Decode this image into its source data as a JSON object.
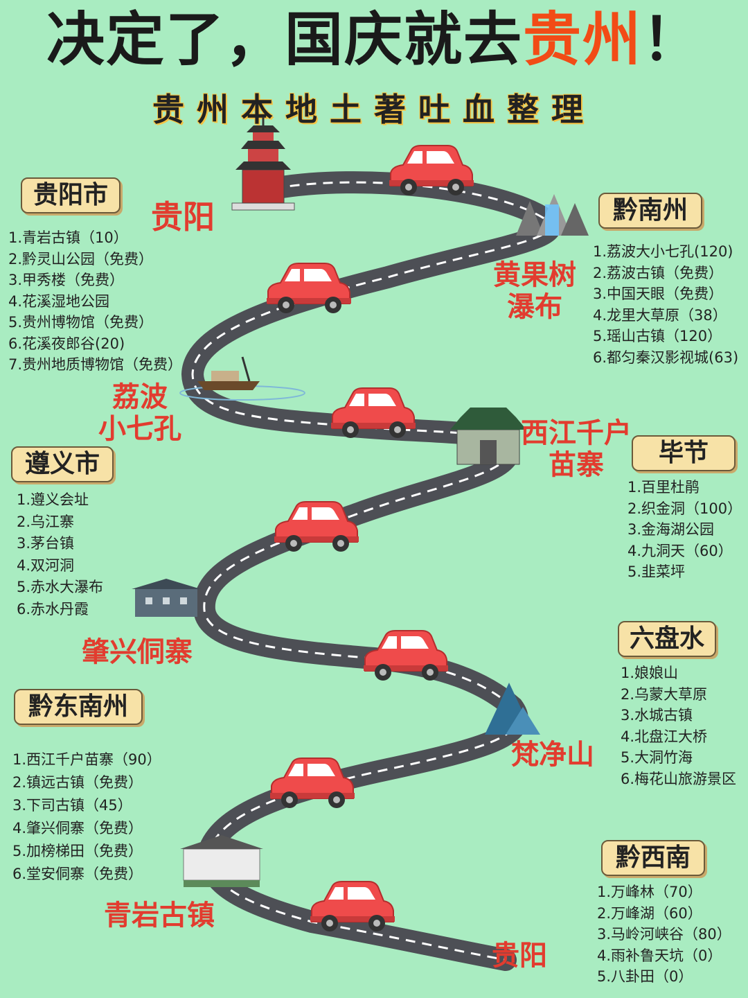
{
  "title": {
    "prefix": "决定了，国庆就去",
    "highlight": "贵州",
    "suffix": "！"
  },
  "subtitle": "贵州本地土著吐血整理",
  "colors": {
    "background": "#a9ecc1",
    "highlight": "#f24b16",
    "stop_label": "#e23c2f",
    "badge_bg": "#f7e2a7",
    "road": "#4d4f55",
    "car": "#ef4b4b"
  },
  "regions": [
    {
      "name": "贵阳市",
      "items": [
        "1.青岩古镇（10）",
        "2.黔灵山公园（免费）",
        "3.甲秀楼（免费）",
        "4.花溪湿地公园",
        "5.贵州博物馆（免费）",
        "6.花溪夜郎谷(20)",
        "7.贵州地质博物馆（免费）"
      ]
    },
    {
      "name": "黔南州",
      "items": [
        "1.荔波大小七孔(120)",
        "2.荔波古镇（免费）",
        "3.中国天眼（免费）",
        "4.龙里大草原（38）",
        "5.瑶山古镇（120）",
        "6.都匀秦汉影视城(63)"
      ]
    },
    {
      "name": "遵义市",
      "items": [
        "1.遵义会址",
        "2.乌江寨",
        "3.茅台镇",
        "4.双河洞",
        "5.赤水大瀑布",
        "6.赤水丹霞"
      ]
    },
    {
      "name": "毕节",
      "items": [
        "1.百里杜鹃",
        "2.织金洞（100）",
        "3.金海湖公园",
        "4.九洞天（60）",
        "5.韭菜坪"
      ]
    },
    {
      "name": "六盘水",
      "items": [
        "1.娘娘山",
        "2.乌蒙大草原",
        "3.水城古镇",
        "4.北盘江大桥",
        "5.大洞竹海",
        "6.梅花山旅游景区"
      ]
    },
    {
      "name": "黔东南州",
      "items": [
        "1.西江千户苗寨（90）",
        "2.镇远古镇（免费）",
        "3.下司古镇（45）",
        "4.肇兴侗寨（免费）",
        "5.加榜梯田（免费）",
        "6.堂安侗寨（免费）"
      ]
    },
    {
      "name": "黔西南",
      "items": [
        "1.万峰林（70）",
        "2.万峰湖（60）",
        "3.马岭河峡谷（80）",
        "4.雨补鲁天坑（0）",
        "5.八卦田（0）"
      ]
    }
  ],
  "stops": {
    "guiyang_start": "贵阳",
    "huangguoshu": [
      "黄果树",
      "瀑布"
    ],
    "xiaoqikong": [
      "荔波",
      "小七孔"
    ],
    "xijiang": [
      "西江千户",
      "苗寨"
    ],
    "zhaoxing": "肇兴侗寨",
    "fanjingshan": "梵净山",
    "qingyan": "青岩古镇",
    "guiyang_end": "贵阳"
  }
}
